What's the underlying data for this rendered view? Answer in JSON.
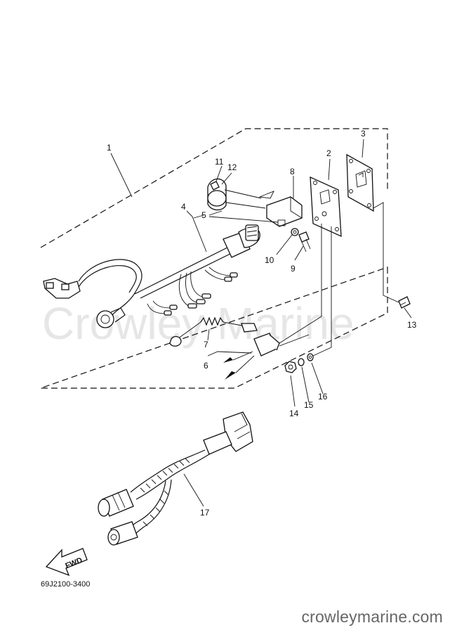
{
  "watermark": "Crowley Marine",
  "part_code": "69J2100-3400",
  "direction_arrow": "FWD",
  "footer_site": "crowleymarine.com",
  "callouts": [
    {
      "id": "c1",
      "label": "1"
    },
    {
      "id": "c2",
      "label": "2"
    },
    {
      "id": "c3",
      "label": "3"
    },
    {
      "id": "c4",
      "label": "4"
    },
    {
      "id": "c5",
      "label": "5"
    },
    {
      "id": "c6",
      "label": "6"
    },
    {
      "id": "c7",
      "label": "7"
    },
    {
      "id": "c8",
      "label": "8"
    },
    {
      "id": "c9",
      "label": "9"
    },
    {
      "id": "c10",
      "label": "10"
    },
    {
      "id": "c11",
      "label": "11"
    },
    {
      "id": "c12",
      "label": "12"
    },
    {
      "id": "c13",
      "label": "13"
    },
    {
      "id": "c14",
      "label": "14"
    },
    {
      "id": "c15",
      "label": "15"
    },
    {
      "id": "c16",
      "label": "16"
    },
    {
      "id": "c17",
      "label": "17"
    }
  ]
}
